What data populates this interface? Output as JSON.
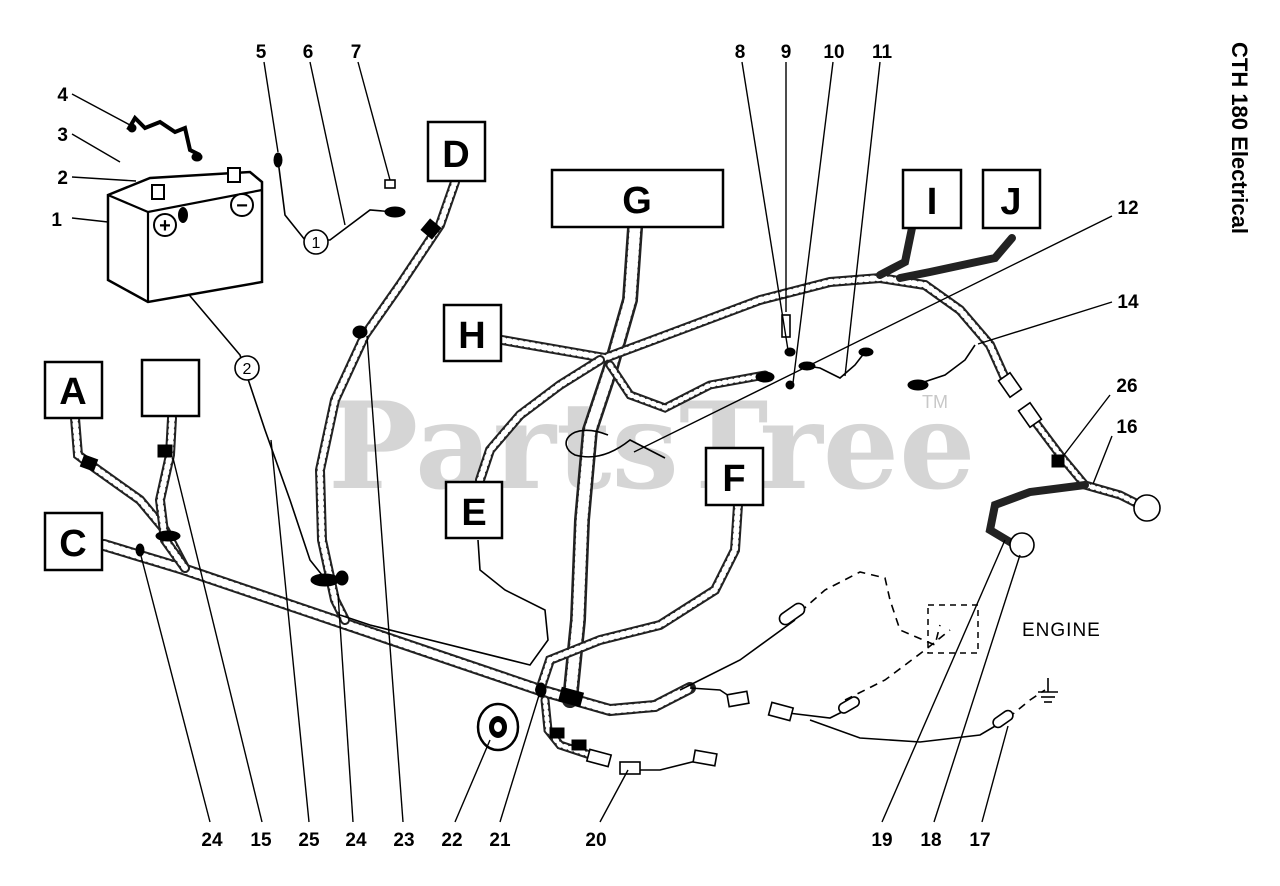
{
  "title": "CTH 180 Electrical",
  "watermark": "PartsTree",
  "trademark": "TM",
  "engine_label": "ENGINE",
  "battery_symbols": {
    "positive": "+",
    "negative": "−"
  },
  "cable_circles": [
    "1",
    "2"
  ],
  "boxes": [
    "A",
    "",
    "C",
    "D",
    "E",
    "F",
    "G",
    "H",
    "I",
    "J"
  ],
  "part_numbers": [
    "1",
    "2",
    "3",
    "4",
    "5",
    "6",
    "7",
    "8",
    "9",
    "10",
    "11",
    "12",
    "14",
    "26",
    "16",
    "24",
    "15",
    "25",
    "24",
    "23",
    "22",
    "21",
    "20",
    "19",
    "18",
    "17"
  ]
}
